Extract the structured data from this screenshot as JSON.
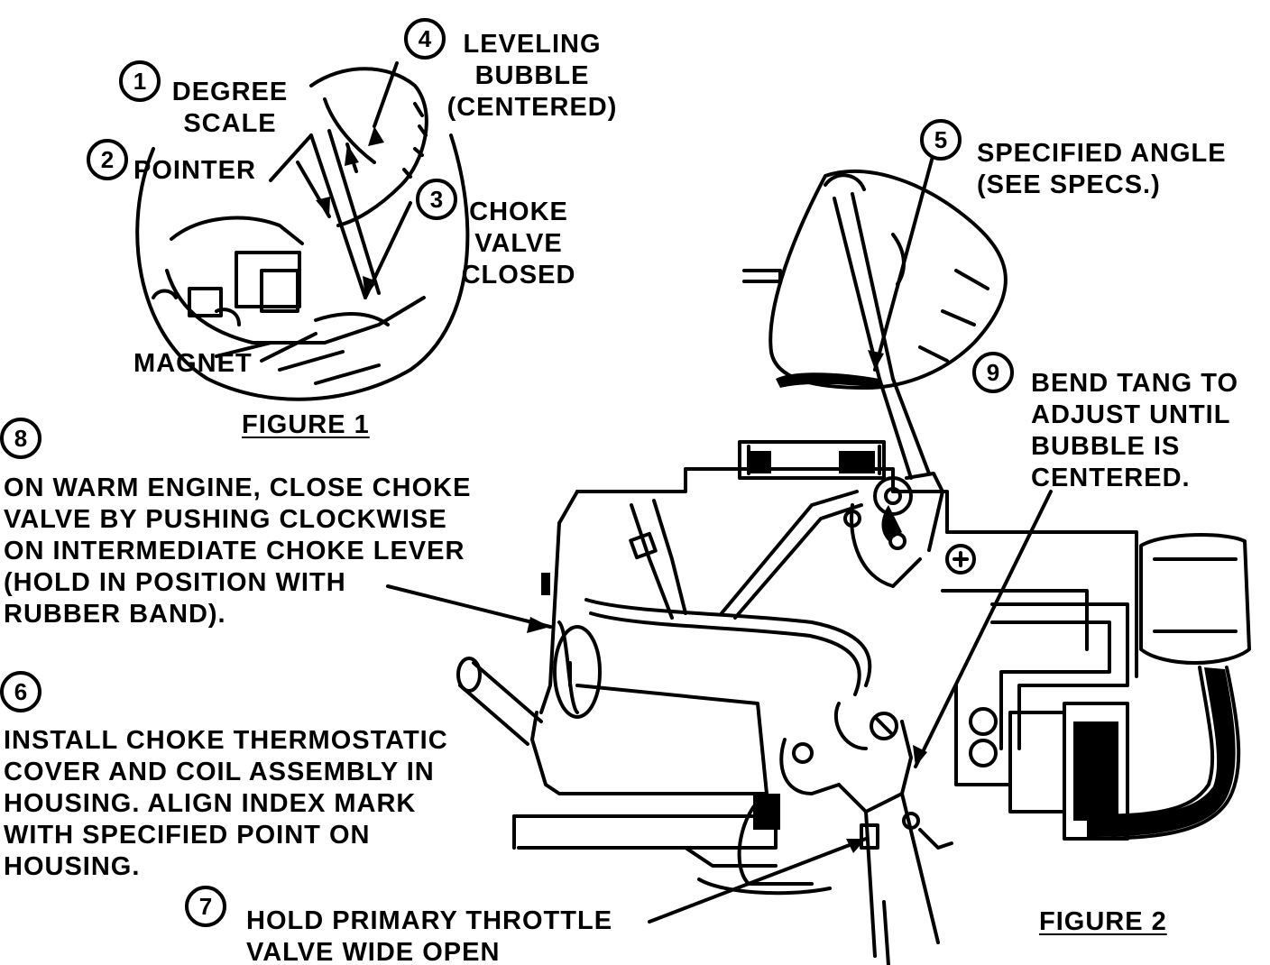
{
  "figure1": {
    "caption": "FIGURE 1",
    "callouts": [
      {
        "number": "1",
        "label": "DEGREE\nSCALE"
      },
      {
        "number": "2",
        "label": "POINTER"
      },
      {
        "number": "3",
        "label": "CHOKE\nVALVE\nCLOSED"
      },
      {
        "number": "4",
        "label": "LEVELING\nBUBBLE\n(CENTERED)"
      }
    ],
    "magnet_label": "MAGNET"
  },
  "figure2": {
    "caption": "FIGURE 2",
    "callouts": [
      {
        "number": "5",
        "label": "SPECIFIED ANGLE\n(SEE SPECS.)"
      },
      {
        "number": "9",
        "label": "BEND TANG TO\nADJUST UNTIL\nBUBBLE IS\nCENTERED."
      },
      {
        "number": "7",
        "label": "HOLD PRIMARY THROTTLE\nVALVE WIDE OPEN"
      }
    ]
  },
  "steps": [
    {
      "number": "8",
      "text": "ON WARM ENGINE, CLOSE CHOKE\nVALVE BY PUSHING CLOCKWISE\nON INTERMEDIATE CHOKE LEVER\n(HOLD IN POSITION WITH\nRUBBER BAND)."
    },
    {
      "number": "6",
      "text": "INSTALL CHOKE THERMOSTATIC\nCOVER AND COIL ASSEMBLY IN\nHOUSING. ALIGN INDEX MARK\nWITH SPECIFIED POINT ON\nHOUSING."
    }
  ],
  "colors": {
    "ink": "#000000",
    "paper": "#ffffff"
  }
}
